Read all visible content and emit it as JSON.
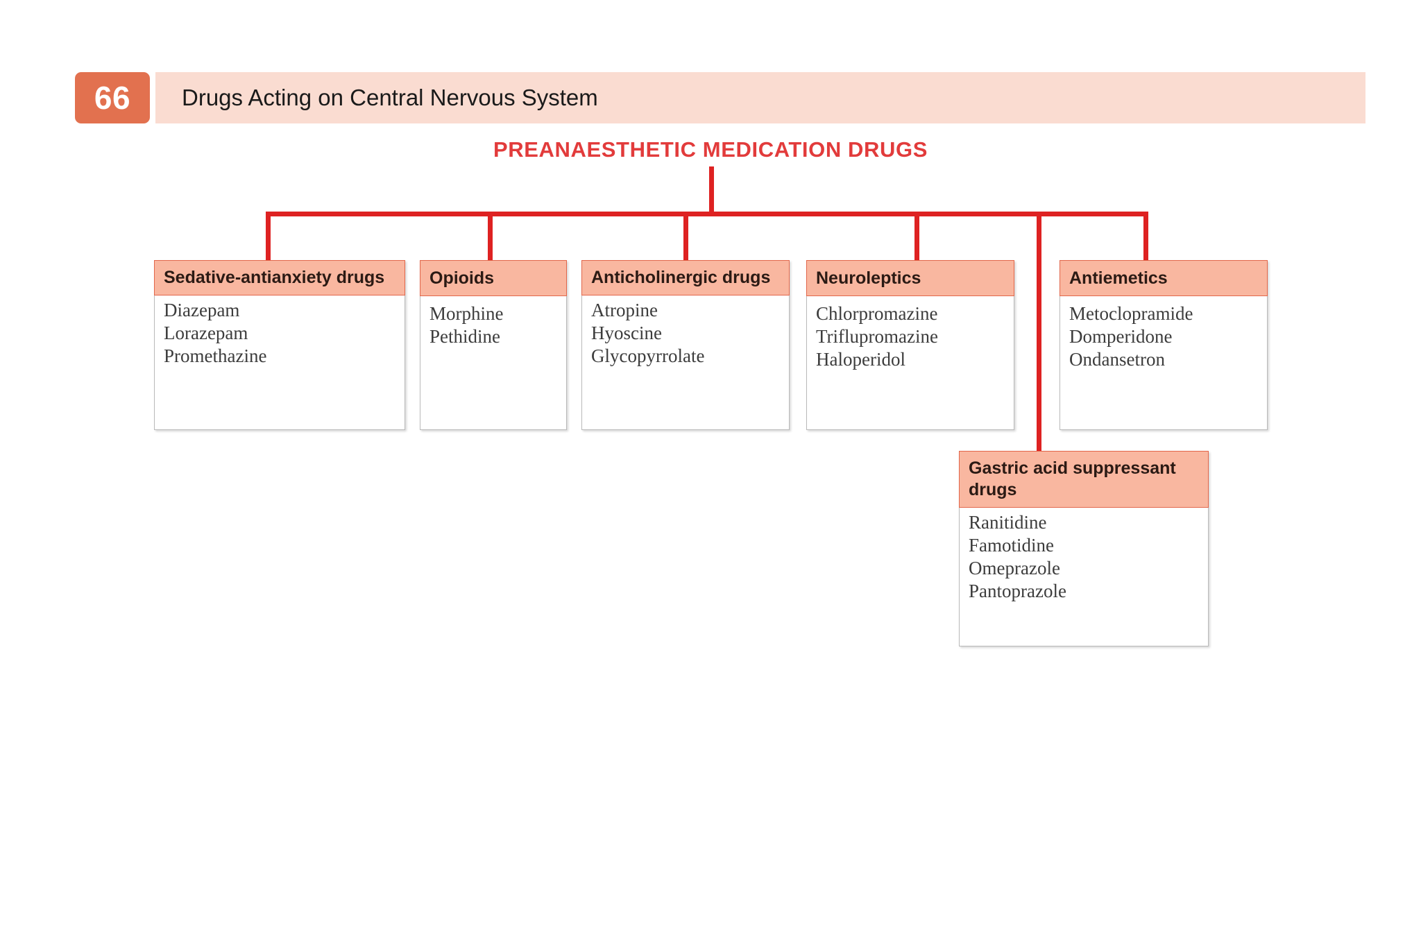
{
  "header": {
    "page_number": "66",
    "title": "Drugs Acting on Central Nervous System"
  },
  "diagram": {
    "title": "PREANAESTHETIC MEDICATION DRUGS",
    "accent_color": "#de2222",
    "title_color": "#e23b3b",
    "header_fill": "#f9b7a0",
    "header_border": "#e2664a",
    "band_color": "#fadcd1",
    "page_badge_color": "#e2714f",
    "nodes": [
      {
        "id": "sedative",
        "label": "Sedative-antianxiety drugs",
        "drugs": [
          "Diazepam",
          "Lorazepam",
          "Promethazine"
        ]
      },
      {
        "id": "opioids",
        "label": "Opioids",
        "drugs": [
          "Morphine",
          "Pethidine"
        ]
      },
      {
        "id": "anticholinergic",
        "label": "Anticholinergic drugs",
        "drugs": [
          "Atropine",
          "Hyoscine",
          "Glycopyrrolate"
        ]
      },
      {
        "id": "neuroleptics",
        "label": "Neuroleptics",
        "drugs": [
          "Chlorpromazine",
          "Triflupromazine",
          "Haloperidol"
        ]
      },
      {
        "id": "antiemetics",
        "label": "Antiemetics",
        "drugs": [
          "Metoclopramide",
          "Domperidone",
          "Ondansetron"
        ]
      },
      {
        "id": "gastric",
        "label": "Gastric acid suppressant drugs",
        "drugs": [
          "Ranitidine",
          "Famotidine",
          "Omeprazole",
          "Pantoprazole"
        ]
      }
    ]
  }
}
